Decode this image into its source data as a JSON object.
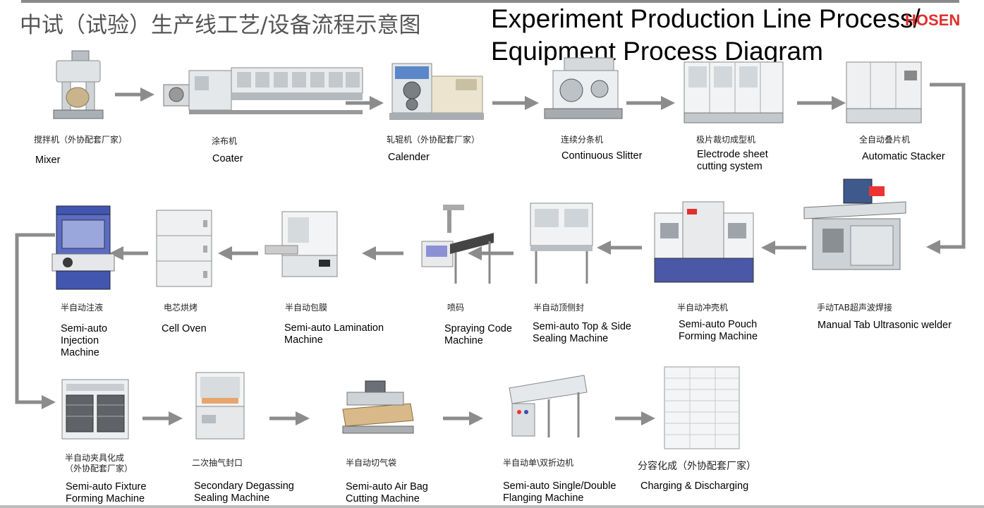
{
  "title_cn": "中试（试验）生产线工艺/设备流程示意图",
  "title_en": "Experiment Production Line Process/\nEquipment Process Diagram",
  "brand": "HOSEN",
  "steps": [
    {
      "cn": "搅拌机（外协配套厂家）",
      "en": "Mixer"
    },
    {
      "cn": "涂布机",
      "en": "Coater"
    },
    {
      "cn": "轧辊机（外协配套厂家）",
      "en": "Calender"
    },
    {
      "cn": "连续分条机",
      "en": "Continuous Slitter"
    },
    {
      "cn": "极片裁切成型机",
      "en": "Electrode sheet\ncutting system"
    },
    {
      "cn": "全自动叠片机",
      "en": "Automatic Stacker"
    },
    {
      "cn": "手动TAB超声波焊接",
      "en": "Manual Tab Ultrasonic welder"
    },
    {
      "cn": "半自动冲壳机",
      "en": "Semi-auto Pouch\nForming Machine"
    },
    {
      "cn": "半自动顶侧封",
      "en": "Semi-auto Top & Side\nSealing Machine"
    },
    {
      "cn": "喷码",
      "en": "Spraying Code\nMachine"
    },
    {
      "cn": "半自动包膜",
      "en": "Semi-auto Lamination\nMachine"
    },
    {
      "cn": "电芯烘烤",
      "en": "Cell Oven"
    },
    {
      "cn": "半自动注液",
      "en": "Semi-auto\nInjection\nMachine"
    },
    {
      "cn": "半自动夹具化成\n（外协配套厂家）",
      "en": "Semi-auto Fixture\nForming Machine"
    },
    {
      "cn": "二次抽气封口",
      "en": "Secondary Degassing\nSealing Machine"
    },
    {
      "cn": "半自动切气袋",
      "en": "Semi-auto  Air Bag\nCutting Machine"
    },
    {
      "cn": "半自动单\\双折边机",
      "en": "Semi-auto Single/Double\nFlanging Machine"
    },
    {
      "cn": "分容化成（外协配套厂家）",
      "en": "Charging & Discharging"
    }
  ],
  "colors": {
    "arrow": "#8c8c8c",
    "machine_body": "#e9ecef",
    "machine_edge": "#8e959c",
    "accent_blue": "#3b4fa8",
    "accent_red": "#e03030"
  }
}
